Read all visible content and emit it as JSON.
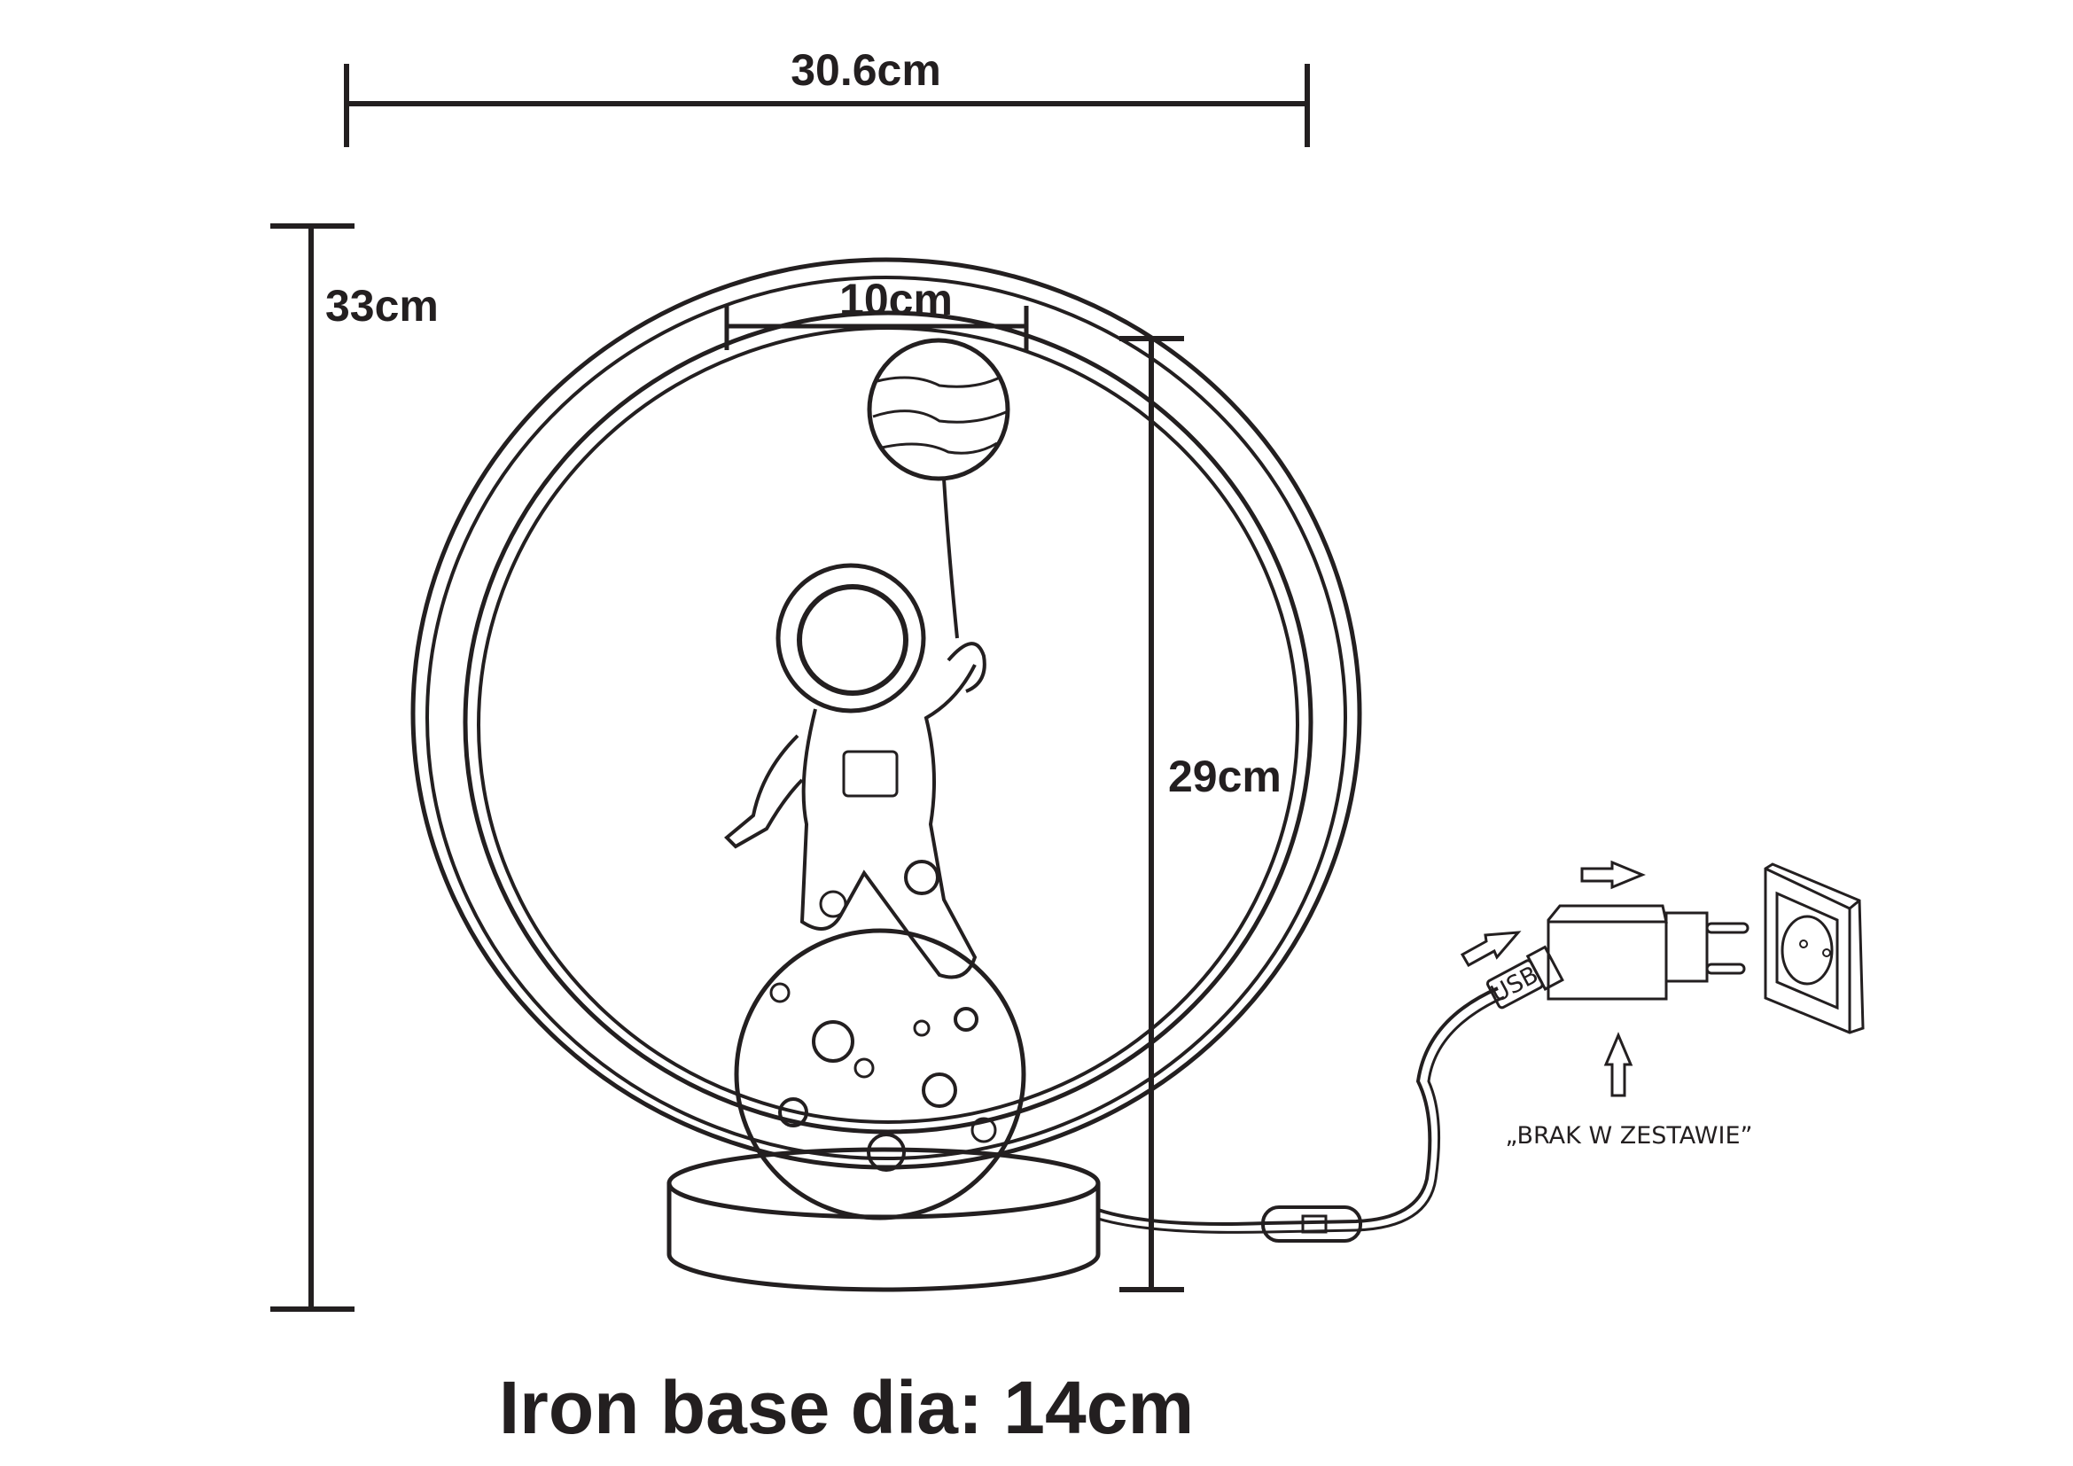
{
  "dimensions": {
    "width_total": "30.6cm",
    "height_total": "33cm",
    "balloon_width": "10cm",
    "inner_height": "29cm"
  },
  "charger_note": "„BRAK W ZESTAWIE”",
  "usb_label": "USB",
  "base_caption": "Iron base dia: 14cm",
  "colors": {
    "ink": "#231f20",
    "background": "#ffffff"
  }
}
